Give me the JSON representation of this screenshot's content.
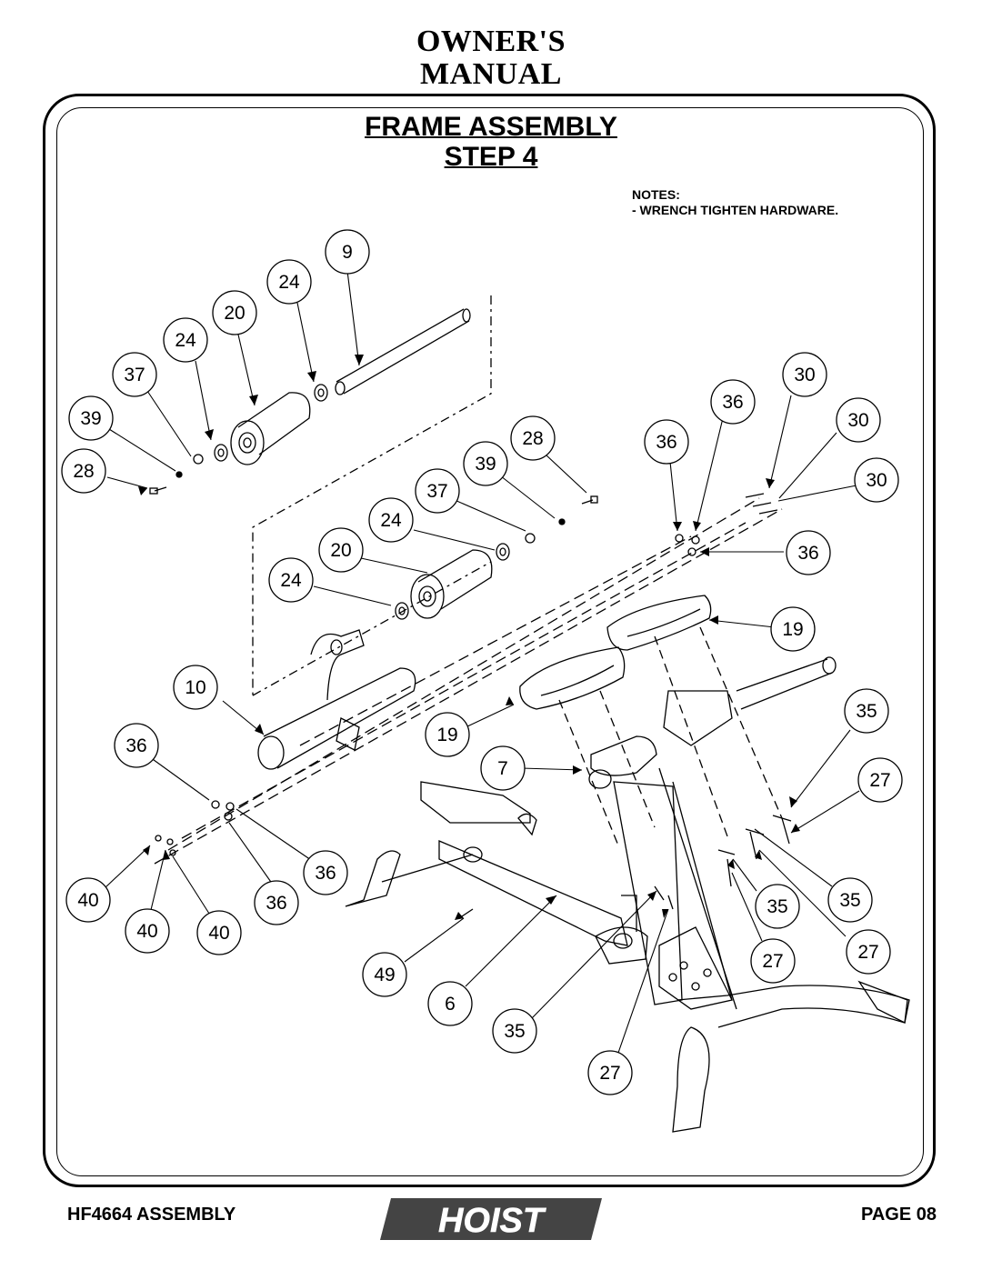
{
  "header": {
    "line1": "OWNER'S",
    "line2": "MANUAL"
  },
  "title": {
    "line1": "FRAME ASSEMBLY",
    "line2": "STEP 4"
  },
  "notes": {
    "heading": "NOTES:",
    "item": "-  WRENCH TIGHTEN HARDWARE."
  },
  "callouts": [
    "9",
    "24",
    "20",
    "24",
    "37",
    "39",
    "28",
    "30",
    "36",
    "30",
    "28",
    "36",
    "39",
    "30",
    "37",
    "24",
    "36",
    "20",
    "24",
    "19",
    "10",
    "35",
    "36",
    "19",
    "7",
    "27",
    "36",
    "40",
    "36",
    "35",
    "35",
    "40",
    "40",
    "27",
    "27",
    "49",
    "6",
    "35",
    "27"
  ],
  "footer": {
    "left": "HF4664 ASSEMBLY",
    "right": "PAGE 08",
    "logo_text": "HOIST"
  }
}
